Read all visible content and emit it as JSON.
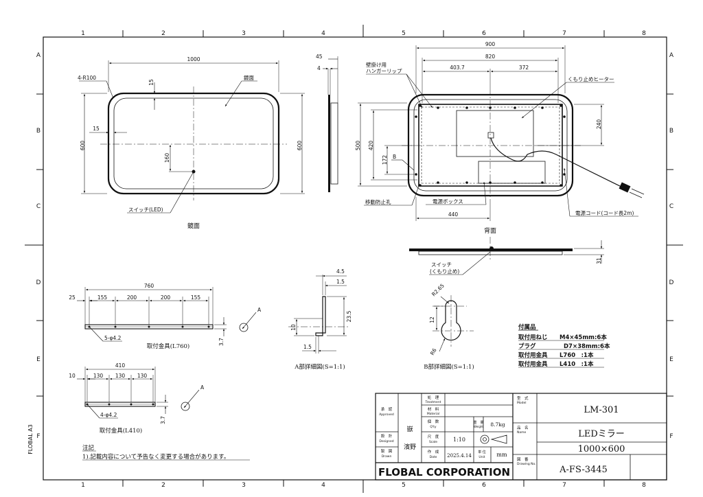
{
  "border": {
    "cols": [
      "1",
      "2",
      "3",
      "4",
      "5",
      "6",
      "7",
      "8"
    ],
    "rows": [
      "A",
      "B",
      "C",
      "D",
      "E",
      "F"
    ],
    "sheet_size": "FLOBAL A3"
  },
  "front": {
    "dim_width": "1000",
    "dim_height_left": "600",
    "dim_height_right": "600",
    "dim_top_margin": "15",
    "dim_side_margin": "15",
    "dim_switch_height": "160",
    "corner_radius": "4-R100",
    "label_mirror_surface": "鏡面",
    "label_switch": "スイッチ(LED)",
    "caption": "鏡面"
  },
  "side": {
    "dim_depth": "45",
    "dim_mirror": "4"
  },
  "back": {
    "dim_900": "900",
    "dim_820": "820",
    "dim_403": "403.7",
    "dim_372": "372",
    "dim_500": "500",
    "dim_420": "420",
    "dim_172": "172",
    "dim_240": "240",
    "dim_440": "440",
    "label_hanger_1": "壁掛け用",
    "label_hanger_2": "ハンガーリップ",
    "label_heater": "くもり止めヒーター",
    "label_b": "B",
    "label_anti_move": "移動防止孔",
    "label_power_box": "電源ボックス",
    "label_cord": "電源コード(コード長2m)",
    "caption": "背面"
  },
  "bottom_view": {
    "label_switch_1": "スイッチ",
    "label_switch_2": "(くもり止め)",
    "dim_31": "31"
  },
  "bracket_760": {
    "dim_total": "760",
    "dim_25": "25",
    "dims": [
      "155",
      "200",
      "200",
      "155"
    ],
    "holes": "5-φ4.2",
    "dim_37": "3.7",
    "caption": "取付金具(L760)",
    "view_label": "A"
  },
  "bracket_410": {
    "dim_total": "410",
    "dim_10": "10",
    "dims": [
      "130",
      "130",
      "130"
    ],
    "holes": "4-φ4.2",
    "dim_37": "3.7",
    "caption": "取付金具(L410)",
    "view_label": "A"
  },
  "detail_a": {
    "dim_45": "4.5",
    "dim_15a": "1.5",
    "dim_235": "23.5",
    "dim_10": "10",
    "dim_15b": "1.5",
    "caption": "A部詳細図(S=1:1)"
  },
  "detail_b": {
    "dim_r265": "R2.65",
    "dim_12": "12",
    "dim_r6": "R6",
    "caption": "B部詳細図(S=1:1)"
  },
  "accessories": {
    "title": "付属品",
    "items": [
      {
        "name": "取付用ねじ",
        "spec": "M4×45mm:6本"
      },
      {
        "name": "プラグ",
        "spec": "D7×38mm:6本"
      },
      {
        "name": "取付用金具",
        "spec": "L760　:1本"
      },
      {
        "name": "取付用金具",
        "spec": "L410　:1本"
      }
    ]
  },
  "notes": {
    "title": "注記",
    "line1": "1).記載内容について予告なく変更する場合があります。"
  },
  "title_block": {
    "approved_jp": "承　認",
    "approved_en": "Approved",
    "approved_name": "嶽",
    "treatment_jp": "処　理",
    "treatment_en": "Treatment",
    "material_jp": "材　料",
    "material_en": "Material",
    "qty_jp": "個　数",
    "qty_en": "Q'ty",
    "weight_jp": "重　量",
    "weight_en": "Weight",
    "weight_val": "8.7kg",
    "designed_jp": "設　計",
    "designed_en": "Designed",
    "drawn_jp": "製　図",
    "drawn_en": "Drawn",
    "designer": "濱野",
    "scale_jp": "尺　度",
    "scale_en": "Scale",
    "scale_val": "1:10",
    "date_jp": "作　成",
    "date_en": "Date",
    "date_val": "2025.4.14",
    "unit_jp": "単 位",
    "unit_en": "Unit",
    "unit_val": "mm",
    "model_jp": "型　式",
    "model_en": "Model",
    "model_val": "LM-301",
    "name_jp": "品　名",
    "name_en": "Name",
    "name_val1": "LEDミラー",
    "name_val2": "1000×600",
    "drawing_no_jp": "図　番",
    "drawing_no_en": "Drawing No.",
    "drawing_no_val": "A-FS-3445",
    "company": "FLOBAL CORPORATION"
  }
}
